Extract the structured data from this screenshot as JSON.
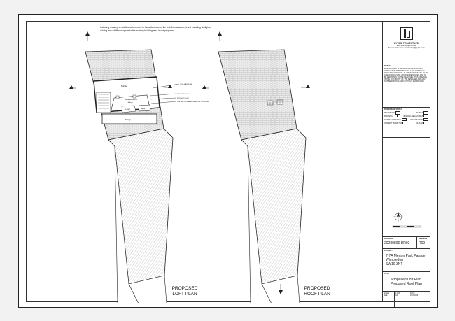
{
  "notes": {
    "line1": "Including creating an additional bedroom in the attic space of the first-floor apartment and installing skylights.",
    "line2": "Adding any additional space to the existing building area is not proposed."
  },
  "drawings": {
    "loft": {
      "caption_line1": "PROPOSED",
      "caption_line2": "LOFT PLAN"
    },
    "roof": {
      "caption_line1": "PROPOSED",
      "caption_line2": "ROOF PLAN"
    },
    "labels": {
      "storage_top": "Storage",
      "bedroom": "BEDROOM 1",
      "bedroom_area": "8.0 Sq.m",
      "closet": "CLOSET",
      "bath": "BATH",
      "storage_bottom": "Storage",
      "callout_1": "COLD WATER LINE",
      "callout_2": "SKYLIGHT 0.7x0.7",
      "callout_3": "SKYLIGHT 0.7x0.7",
      "callout_4": "NEW BUILT ROOF AREA CONNECTION TO EXISTING"
    }
  },
  "title_block": {
    "company": "BYTIME PROJECT LTD",
    "company_line2": "www.bytimeproject.co.uk",
    "company_line3": "Phone number: xxxx  email: admin@bytime.com",
    "notes_heading": "NOTES",
    "notes_body": "THIS DRAWING IS PREPARED FOR PLANNING APPLICATION PURPOSES ONLY. DO NOT SCALE FROM THIS DRAWING. ALL DIMENSIONS ARE TO BE CHECKED ON SITE. ANY DISCREPANCIES ARE TO BE REPORTED TO THE DESIGNER. THIS DRAWING IS THE COPYRIGHT OF THE DESIGNER AND MAY NOT BE REPRODUCED WITHOUT PERMISSION.",
    "permission_heading": "PERMISSION STATUS",
    "legend": [
      {
        "a": "PRELIMINARY",
        "b": "TENDER"
      },
      {
        "a": "PLANNING",
        "b": "BUILDING REGULATIONS"
      },
      {
        "a": "EXISTING FRONTAGE",
        "b": "CONSTRUCTION"
      },
      {
        "a": "CURRENT PERMITTED",
        "b": "AS BUILT"
      }
    ],
    "drawing_label": "DRAWING",
    "drawing_no": "20280806-BR02",
    "revision_label": "REVISION",
    "revision": "R00",
    "project_label": "PROJECT",
    "address_line1": "7-7A Merton Park Parade",
    "address_line2": "Wimbledon",
    "address_line3": "SW19 3NT",
    "title_label": "TITLE",
    "title_line1": "Proposed Loft Plan",
    "title_line2": "Proposed Roof Plan",
    "scale_label": "SCALE",
    "scale_value": "1:100",
    "paper_label": "SIZE",
    "paper_value": "A3",
    "date_label": "DATE",
    "date_value": "24.8.2026"
  },
  "colors": {
    "line": "#222222",
    "hatch": "#555555",
    "paper": "#ffffff"
  },
  "icons": [
    "north-arrow-icon",
    "section-marker-icon",
    "skylight-icon"
  ]
}
